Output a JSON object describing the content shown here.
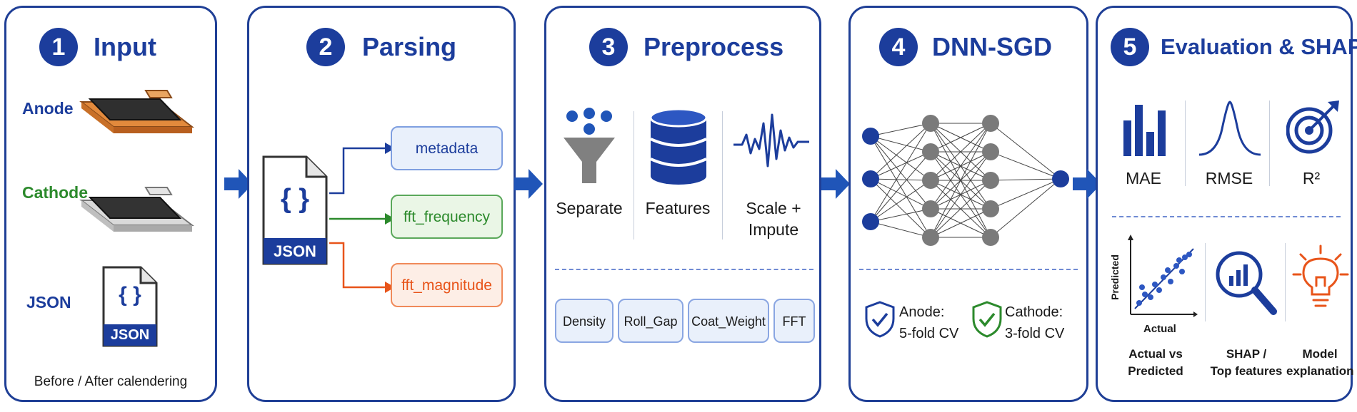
{
  "colors": {
    "primary": "#1c3d9c",
    "green": "#2c8a2c",
    "orange": "#e8541a",
    "node_gray": "#7a7a7a"
  },
  "input": {
    "number": "1",
    "title": "Input",
    "anode_label": "Anode",
    "cathode_label": "Cathode",
    "json_label": "JSON",
    "json_file_text": "JSON",
    "json_braces": "{ }",
    "caption": "Before / After calendering"
  },
  "parsing": {
    "number": "2",
    "title": "Parsing",
    "json_file_text": "JSON",
    "json_braces": "{ }",
    "outputs": [
      "metadata",
      "fft_frequency",
      "fft_magnitude"
    ]
  },
  "preprocess": {
    "number": "3",
    "title": "Preprocess",
    "steps": [
      "Separate",
      "Features",
      "Scale +\nImpute"
    ],
    "step_line1": [
      "Separate",
      "Features",
      "Scale +"
    ],
    "step_line2": [
      "",
      "",
      "Impute"
    ],
    "chips": [
      "Density",
      "Roll_Gap",
      "Coat_Weight",
      "FFT"
    ]
  },
  "dnn": {
    "number": "4",
    "title": "DNN-SGD",
    "anode_cv_line1": "Anode:",
    "anode_cv_line2": "5-fold CV",
    "cathode_cv_line1": "Cathode:",
    "cathode_cv_line2": "3-fold CV"
  },
  "evaluation": {
    "number": "5",
    "title": "Evaluation & SHAP",
    "metrics": [
      "MAE",
      "RMSE",
      "R²"
    ],
    "scatter_ylabel": "Predicted",
    "scatter_xlabel": "Actual",
    "bottom_line1": [
      "Actual vs",
      "SHAP /",
      "Model"
    ],
    "bottom_line2": [
      "Predicted",
      "Top features",
      "explanation"
    ]
  }
}
